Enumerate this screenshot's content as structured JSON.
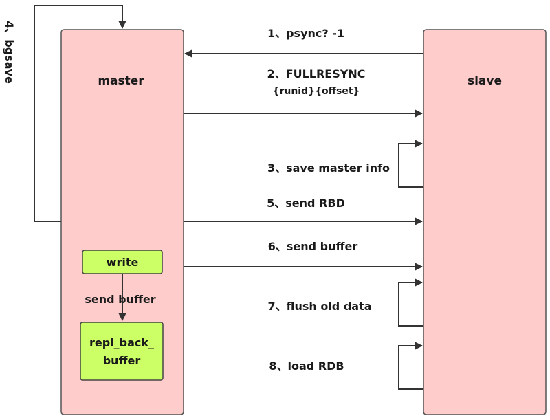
{
  "nodes": {
    "master": {
      "label": "master",
      "fill": "#ffcccc",
      "stroke": "#555555"
    },
    "slave": {
      "label": "slave",
      "fill": "#ffcccc",
      "stroke": "#555555"
    },
    "write": {
      "label": "write",
      "fill": "#ccff66",
      "stroke": "#444444"
    },
    "repl": {
      "line1": "repl_back_",
      "line2": "buffer",
      "fill": "#ccff66",
      "stroke": "#444444"
    }
  },
  "steps": {
    "psync": "1、psync? -1",
    "fullresync_line1": "2、FULLRESYNC",
    "fullresync_line2": "{runid}{offset}",
    "save_master_info": "3、save master info",
    "bgsave": "4、bgsave",
    "send_rbd": "5、send RBD",
    "send_buffer_step": "6、send buffer",
    "flush_old_data": "7、flush old data",
    "load_rdb": "8、load RDB"
  },
  "internal": {
    "send_buffer": "send buffer"
  }
}
